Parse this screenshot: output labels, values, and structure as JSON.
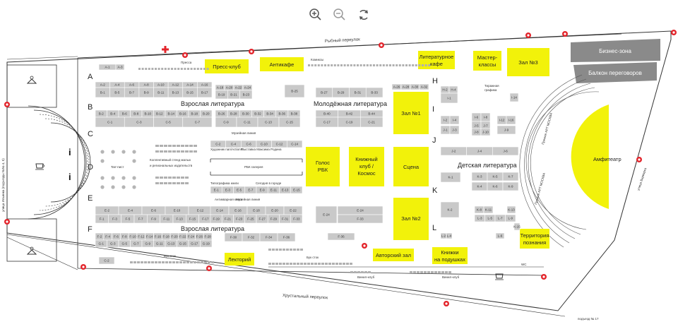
{
  "toolbar": {
    "zoom_in_icon": "zoom-in-icon",
    "zoom_out_icon": "zoom-out-icon",
    "reset_icon": "reset-icon"
  },
  "streets": {
    "top": "Рыбный переулок",
    "bottom": "Хрустальный переулок",
    "left": "улица Ильинка (подъезды №№ 4, 5)",
    "right": "улица Варварка",
    "corner": "подъезд № 17"
  },
  "zones": {
    "business": "Бизнес-зона",
    "balcony": "Балкон переговоров",
    "amphitheater": "Амфитеатр",
    "territory_1": "Территория",
    "territory_2": "познания",
    "adult_lit_1": "Взрослая литература",
    "adult_lit_2": "Взрослая литература",
    "youth_lit": "Молодёжная литература",
    "kids_lit": "Детская литература",
    "press": "Пресса",
    "comics": "Комиксы",
    "music_line_1": "Музейная линия",
    "music_line_2": "Музейная линия",
    "artists": "Художник nan/ActionP",
    "exhibition": "Выставка Максима Родина",
    "rbk_gallery": "РБК галерея",
    "typography": "Типографика книги",
    "today_city": "Сегодня в городе",
    "antique": "Антикварная книга",
    "tarpit": "Tarr-пист",
    "collective_1": "Коллективный стенд малых",
    "collective_2": "и региональных издательств",
    "buk_stock_1": "Бук сток",
    "buk_stock_2": "Бук сток",
    "vinyl_1": "Винил-клуб",
    "vinyl_2": "Винил-клуб",
    "wc": "WC",
    "tirazh_1": "Тиражная",
    "tirazh_2": "графика",
    "premium_1": "Премия АРТ МОСКВА",
    "premium_2": "Премия АРТ МОСКВА"
  },
  "yellow": {
    "press_club": "Пресс-клуб",
    "anticafe": "Антикафе",
    "lit_cafe_1": "Литературное",
    "lit_cafe_2": "кафе",
    "master_1": "Мастер-",
    "master_2": "классы",
    "hall3": "Зал №3",
    "hall1": "Зал №1",
    "hall2": "Зал №2",
    "golos_1": "Голос",
    "golos_2": "РБК",
    "book_club_1": "Книжный",
    "book_club_2": "клуб /",
    "book_club_3": "Космос",
    "stage": "Сцена",
    "lectorium": "Лекторий",
    "author_hall": "Авторский зал",
    "books_pillow_1": "Книжки",
    "books_pillow_2": "на подушках"
  },
  "rows": {
    "A": "A",
    "B": "B",
    "C": "C",
    "D": "D",
    "E": "E",
    "F": "F",
    "H": "H",
    "I": "I",
    "J": "J",
    "K": "K",
    "L": "L"
  },
  "info": "i",
  "booths": {
    "a": [
      "A-1",
      "A-3",
      "A-2",
      "A-4",
      "A-6",
      "A-8",
      "A-10",
      "A-12",
      "A-14",
      "A-16",
      "A-18",
      "A-20",
      "A-22",
      "A-24",
      "A-26",
      "A-28",
      "A-30",
      "A-32"
    ],
    "b": [
      "B-1",
      "B-5",
      "B-7",
      "B-9",
      "B-11",
      "B-13",
      "B-15",
      "B-17",
      "B-19",
      "B-21",
      "B-23",
      "B-25",
      "B-27",
      "B-29",
      "B-31",
      "B-33"
    ],
    "b2": [
      "B-2",
      "B-4",
      "B-6",
      "B-8",
      "B-10",
      "B-12",
      "B-14",
      "B-16",
      "B-18",
      "B-20",
      "B-26",
      "B-28",
      "B-30",
      "B-32",
      "B-34",
      "B-36",
      "B-38",
      "B-40",
      "B-42",
      "B-44"
    ],
    "c": [
      "C-1",
      "C-3",
      "C-5",
      "C-7",
      "C-9",
      "C-11",
      "C-13",
      "C-15",
      "C-17",
      "C-19",
      "C-21"
    ],
    "c2": [
      "C-2",
      "C-4",
      "C-6",
      "C-10",
      "C-12",
      "C-14"
    ],
    "e": [
      "E-1",
      "E-3",
      "E-5",
      "E-7",
      "E-9",
      "E-11",
      "E-13",
      "E-15",
      "E-2",
      "E-4",
      "E-6",
      "E-10",
      "E-12",
      "E-14",
      "E-16",
      "E-18",
      "E-20",
      "E-22",
      "E-24"
    ],
    "f": [
      "F-1",
      "F-3",
      "F-5",
      "F-7",
      "F-9",
      "F-11",
      "F-13",
      "F-15",
      "F-17",
      "F-19",
      "F-21",
      "F-23",
      "F-25",
      "F-27",
      "F-29",
      "F-31",
      "F-33"
    ],
    "f2": [
      "F-2",
      "F-4",
      "F-6",
      "F-8",
      "F-10",
      "F-12",
      "F-14",
      "F-16",
      "F-18",
      "F-20",
      "F-22",
      "F-24",
      "F-26",
      "F-28",
      "F-30",
      "F-32",
      "F-34",
      "F-36",
      "G-1",
      "G-3",
      "G-5",
      "G-7",
      "G-9",
      "G-11",
      "G-13",
      "G-15",
      "G-17",
      "G-19"
    ],
    "h": [
      "H-2",
      "H-4",
      "I-1",
      "I-14"
    ],
    "i": [
      "I-2",
      "I-4",
      "J-1",
      "J-3",
      "I-6",
      "I-8",
      "J-5",
      "J-7",
      "J-8",
      "J-10",
      "I-12",
      "I-16",
      "J-9"
    ],
    "j": [
      "J-2",
      "J-4",
      "J-6"
    ],
    "k": [
      "K-1",
      "K-3",
      "K-5",
      "K-7",
      "K-4",
      "K-6",
      "K-9"
    ],
    "l": [
      "K-2",
      "K-8",
      "K-11",
      "K-13",
      "L-3",
      "L-5",
      "L-7",
      "L-9",
      "K-15",
      "L-2",
      "L-4",
      "L-6"
    ]
  },
  "colors": {
    "yellow": "#f2f20a",
    "booth": "#c9c9c9",
    "dark_zone": "#8a8a8a",
    "red": "#e3242b",
    "wall": "#333333"
  }
}
